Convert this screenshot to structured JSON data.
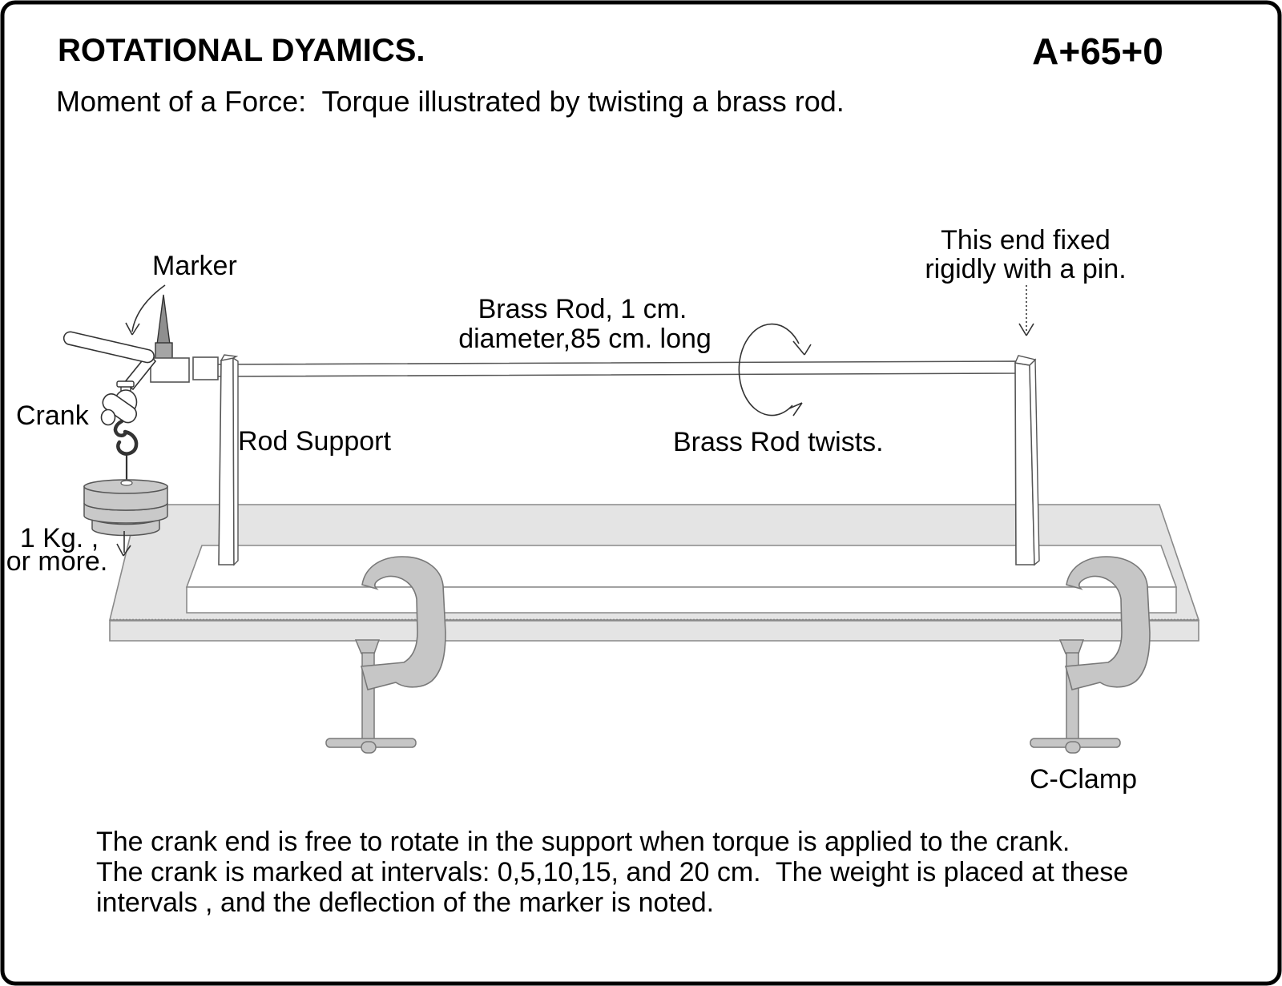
{
  "header": {
    "title": "ROTATIONAL DYAMICS.",
    "code": "A+65+0",
    "subtitle": "Moment of a Force:  Torque illustrated by twisting a brass rod."
  },
  "labels": {
    "marker": "Marker",
    "crank": "Crank",
    "brass_rod_line1": "Brass Rod, 1 cm.",
    "brass_rod_line2": "diameter,85 cm. long",
    "fixed_end_line1": "This end fixed",
    "fixed_end_line2": "rigidly with a pin.",
    "rod_support": "Rod Support",
    "rod_twists": "Brass Rod twists.",
    "weight_line1": "1 Kg. ,",
    "weight_line2": "or more.",
    "c_clamp": "C-Clamp"
  },
  "caption": {
    "line1": "The crank end is free to rotate in the support when torque is applied to the crank.",
    "line2": "The crank is marked at intervals: 0,5,10,15, and 20 cm.  The weight is placed at these",
    "line3": "intervals , and the deflection of the marker is noted."
  },
  "colors": {
    "table_fill": "#e4e4e4",
    "plank_fill": "#ffffff",
    "clamp_fill": "#c6c6c6",
    "weight_fill": "#c9c9c9",
    "marker_fill": "#8f8f8f",
    "outline_gray": "#8a8a8a",
    "ink": "#000000"
  }
}
